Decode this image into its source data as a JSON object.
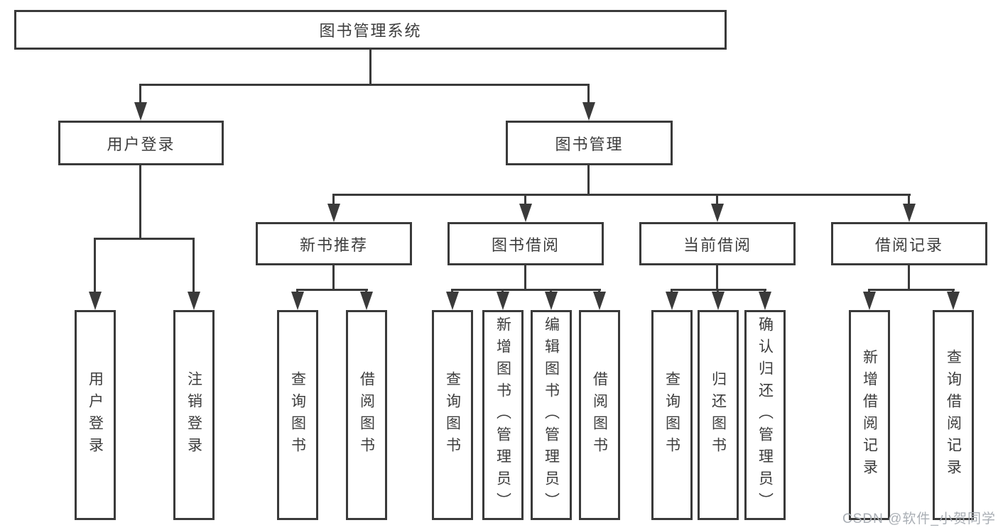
{
  "diagram": {
    "root": {
      "label": "图书管理系统"
    },
    "branches": [
      {
        "label": "用户登录",
        "children": [
          {
            "label": "用户登录"
          },
          {
            "label": "注销登录"
          }
        ]
      },
      {
        "label": "图书管理",
        "children": [
          {
            "label": "新书推荐",
            "children": [
              {
                "label": "查询图书"
              },
              {
                "label": "借阅图书"
              }
            ]
          },
          {
            "label": "图书借阅",
            "children": [
              {
                "label": "查询图书"
              },
              {
                "label": "新增图书（管理员）"
              },
              {
                "label": "编辑图书（管理员）"
              },
              {
                "label": "借阅图书"
              }
            ]
          },
          {
            "label": "当前借阅",
            "children": [
              {
                "label": "查询图书"
              },
              {
                "label": "归还图书"
              },
              {
                "label": "确认归还（管理员）"
              }
            ]
          },
          {
            "label": "借阅记录",
            "children": [
              {
                "label": "新增借阅记录"
              },
              {
                "label": "查询借阅记录"
              }
            ]
          }
        ]
      }
    ]
  },
  "watermark": {
    "text": "CSDN @软件_小贺同学"
  },
  "colors": {
    "line": "#3a3a3a",
    "text": "#3d3d3d",
    "watermark": "#a9aeb4"
  }
}
